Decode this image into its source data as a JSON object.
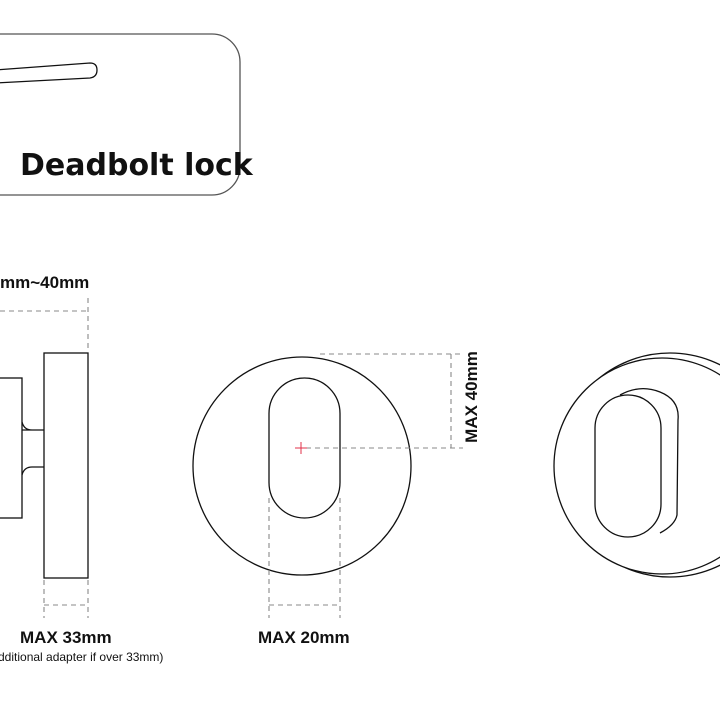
{
  "card": {
    "title": "Deadbolt lock"
  },
  "dimensions": {
    "door_thickness": "mm~40mm",
    "plate_depth": "MAX 33mm",
    "plate_depth_note": "dditional adapter if over 33mm)",
    "slot_width": "MAX 20mm",
    "slot_height": "MAX 40mm"
  },
  "colors": {
    "line": "#111111",
    "dash": "#888888",
    "center_mark": "#e0304a"
  }
}
